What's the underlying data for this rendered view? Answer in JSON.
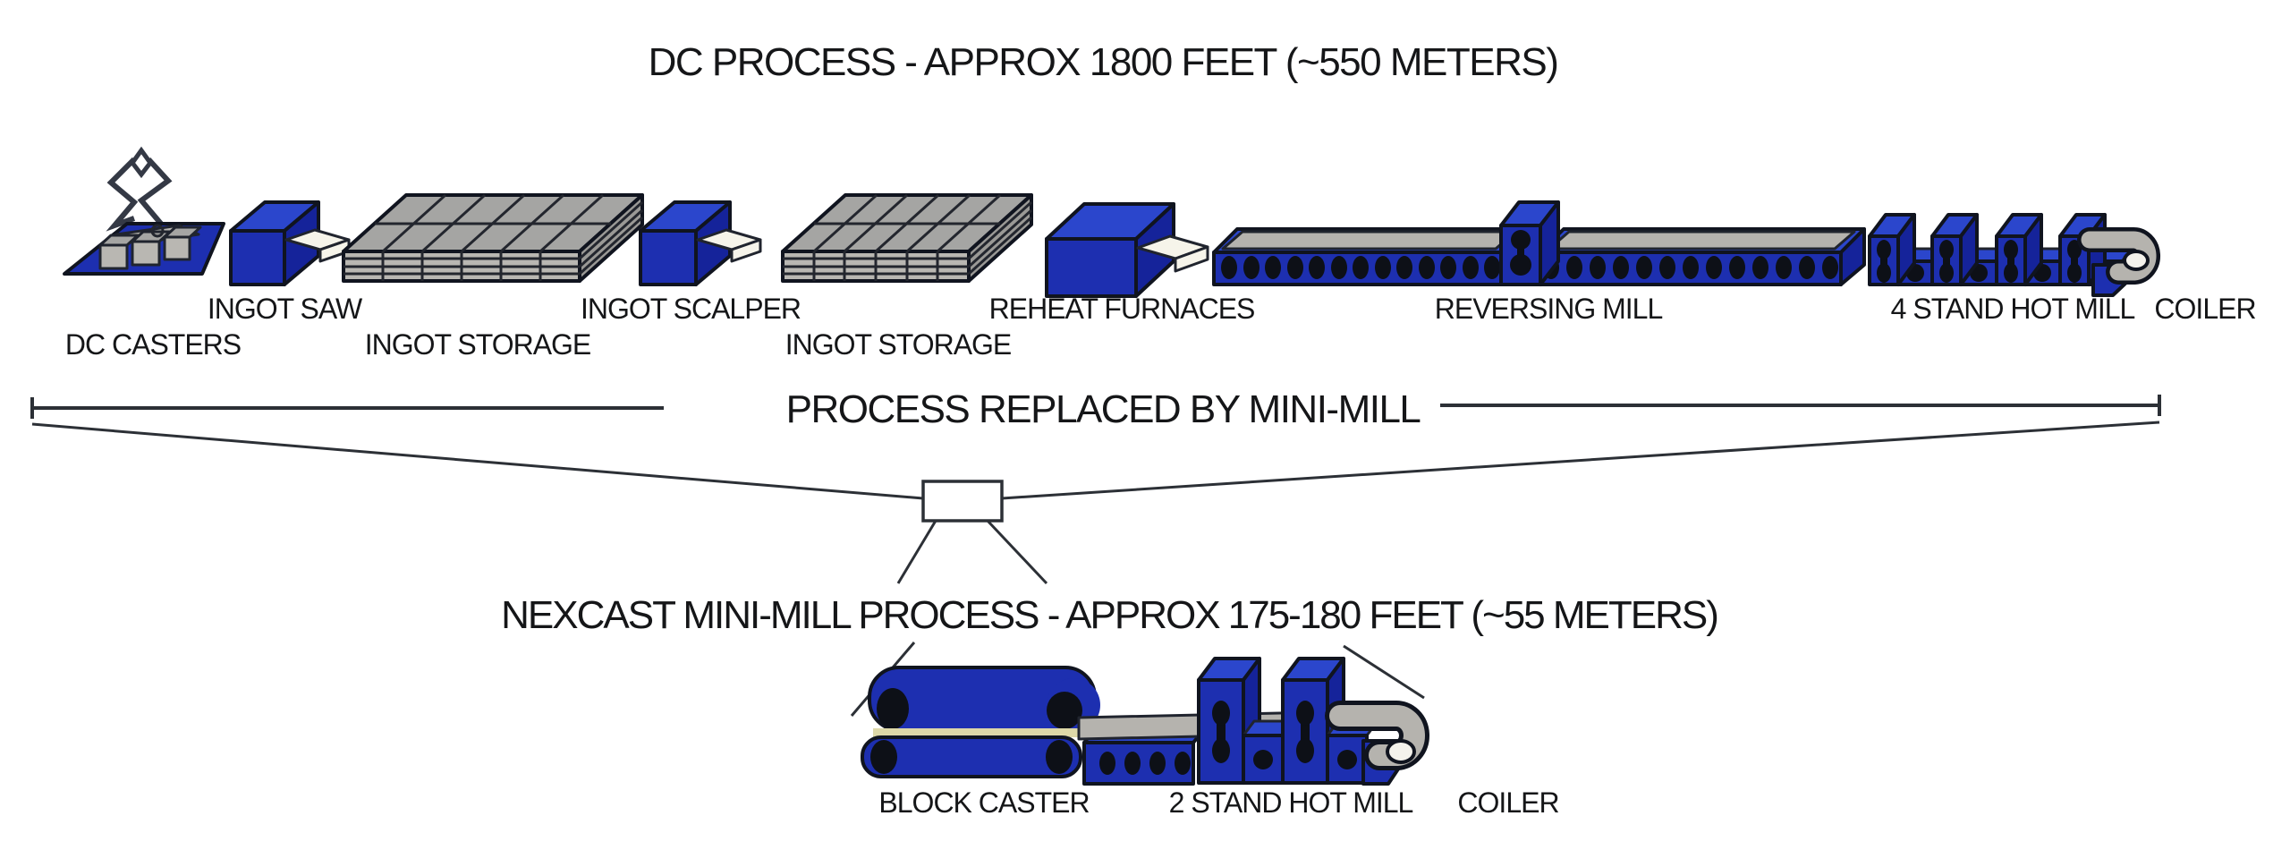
{
  "colors": {
    "equipment_blue": "#1d2fb0",
    "equipment_blue_top": "#2b46cc",
    "steel_gray": "#b5b3ae",
    "outline_dark": "#10141f",
    "line_dark": "#2c3036",
    "text_dark": "#151618"
  },
  "top_process": {
    "title": "DC PROCESS - APPROX 1800 FEET (~550 METERS)",
    "stations": [
      {
        "label": "DC CASTERS"
      },
      {
        "label": "INGOT SAW"
      },
      {
        "label": "INGOT STORAGE"
      },
      {
        "label": "INGOT SCALPER"
      },
      {
        "label": "INGOT STORAGE"
      },
      {
        "label": "REHEAT FURNACES"
      },
      {
        "label": "REVERSING MILL"
      },
      {
        "label": "4 STAND HOT MILL"
      },
      {
        "label": "COILER"
      }
    ]
  },
  "replacement_note": {
    "label": "PROCESS REPLACED BY MINI-MILL"
  },
  "bottom_process": {
    "title": "NEXCAST MINI-MILL PROCESS - APPROX 175-180 FEET  (~55 METERS)",
    "stations": [
      {
        "label": "BLOCK CASTER"
      },
      {
        "label": "2 STAND HOT MILL"
      },
      {
        "label": "COILER"
      }
    ]
  }
}
